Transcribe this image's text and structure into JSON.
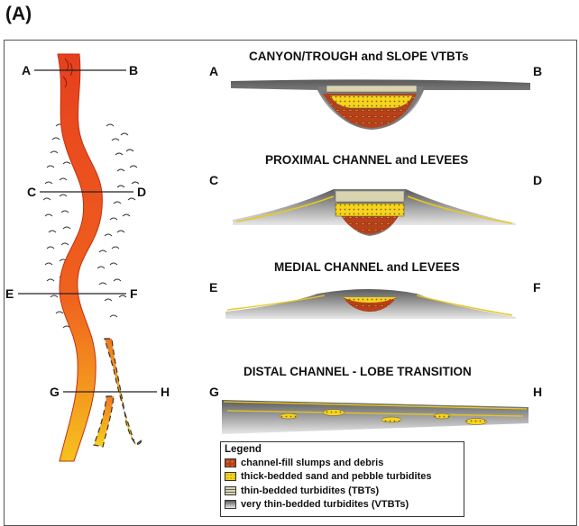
{
  "panel_label": "(A)",
  "map_letters": {
    "a": "A",
    "b": "B",
    "c": "C",
    "d": "D",
    "e": "E",
    "f": "F",
    "g": "G",
    "h": "H"
  },
  "sections": [
    {
      "title": "CANYON/TROUGH and SLOPE VTBTs",
      "left": "A",
      "right": "B"
    },
    {
      "title": "PROXIMAL CHANNEL and LEVEES",
      "left": "C",
      "right": "D"
    },
    {
      "title": "MEDIAL CHANNEL and LEVEES",
      "left": "E",
      "right": "F"
    },
    {
      "title": "DISTAL CHANNEL - LOBE TRANSITION",
      "left": "G",
      "right": "H"
    }
  ],
  "legend": {
    "title": "Legend",
    "items": [
      {
        "label": "channel-fill slumps and debris",
        "color": "#b8401a"
      },
      {
        "label": "thick-bedded sand and pebble turbidites",
        "color": "#f2d21a"
      },
      {
        "label": "thin-bedded turbidites (TBTs)",
        "color": "#d9d3b0"
      },
      {
        "label": "very thin-bedded turbidites (VTBTs)",
        "color": "#9a9a9a"
      }
    ]
  }
}
